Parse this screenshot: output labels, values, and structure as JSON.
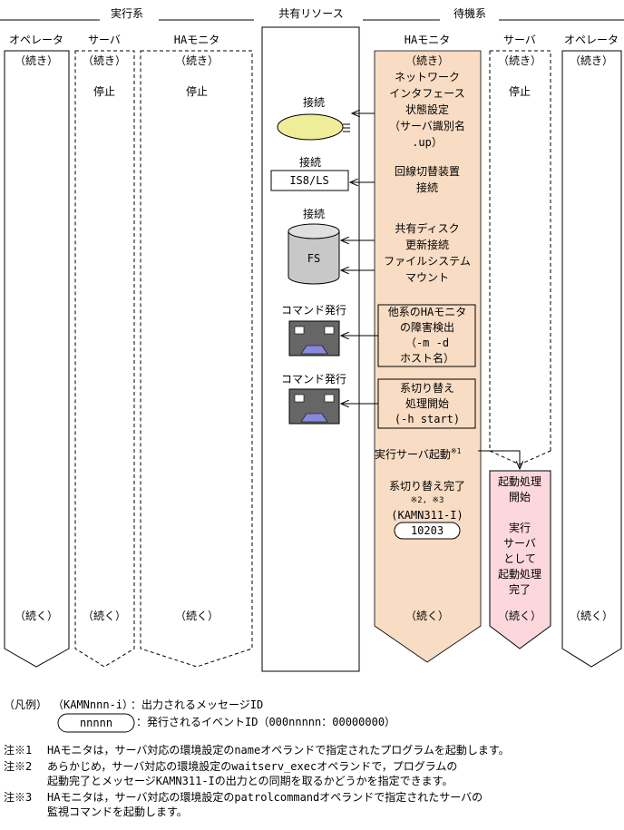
{
  "headers": {
    "active_system": "実行系",
    "shared_resource": "共有リソース",
    "standby_system": "待機系"
  },
  "columns": {
    "operator": "オペレータ",
    "server": "サーバ",
    "ha_monitor": "HAモニタ"
  },
  "labels": {
    "continued_open": "（続き）",
    "continued_close": "（続く）",
    "stopped": "停止"
  },
  "shared": {
    "connect": "接続",
    "is8_ls": "IS8/LS",
    "fs": "FS",
    "command_issue": "コマンド発行"
  },
  "standby_steps": {
    "network": [
      "ネットワーク",
      "インタフェース",
      "状態設定",
      "（サーバ識別名",
      ".up）"
    ],
    "line_switch": [
      "回線切替装置",
      "接続"
    ],
    "shared_disk": [
      "共有ディスク",
      "更新接続",
      "ファイルシステム",
      "マウント"
    ],
    "fault_detect": [
      "他系のHAモニタ",
      "の障害検出",
      "（-m -d",
      "ホスト名）"
    ],
    "switchover": [
      "系切り替え",
      "処理開始",
      "(-h start)"
    ],
    "exec_server_start": "実行サーバ起動",
    "exec_server_start_note": "※1",
    "switch_complete": "系切り替え完了",
    "switch_complete_note": "※2, ※3",
    "message_id": "(KAMN311-I)",
    "event_id": "10203"
  },
  "server_box": {
    "start_processing": [
      "起動処理",
      "開始"
    ],
    "as_exec_server": [
      "実行",
      "サーバ",
      "として",
      "起動処理",
      "完了"
    ]
  },
  "legend": {
    "title": "（凡例）",
    "message_sample": "（KAMNnnn-i）",
    "message_desc": "：出力されるメッセージID",
    "event_sample": "nnnnn",
    "event_desc": "：発行されるイベントID（000nnnnn：00000000）"
  },
  "notes": [
    {
      "mark": "注※1",
      "lines": [
        "HAモニタは，サーバ対応の環境設定のnameオペランドで指定されたプログラムを起動します。"
      ]
    },
    {
      "mark": "注※2",
      "lines": [
        "あらかじめ，サーバ対応の環境設定のwaitserv_execオペランドで，プログラムの",
        "起動完了とメッセージKAMN311-Iの出力との同期を取るかどうかを指定できます。"
      ]
    },
    {
      "mark": "注※3",
      "lines": [
        "HAモニタは，サーバ対応の環境設定のpatrolcommandオペランドで指定されたサーバの",
        "監視コマンドを起動します。"
      ]
    }
  ],
  "colors": {
    "ha_active_fill": "#f8dcc4",
    "server_active_fill": "#fcd8dc",
    "ellipse_fill": "#eeee99",
    "disk_fill": "#c8c8c8",
    "terminal_fill": "#666666",
    "terminal_base": "#8888dd"
  }
}
